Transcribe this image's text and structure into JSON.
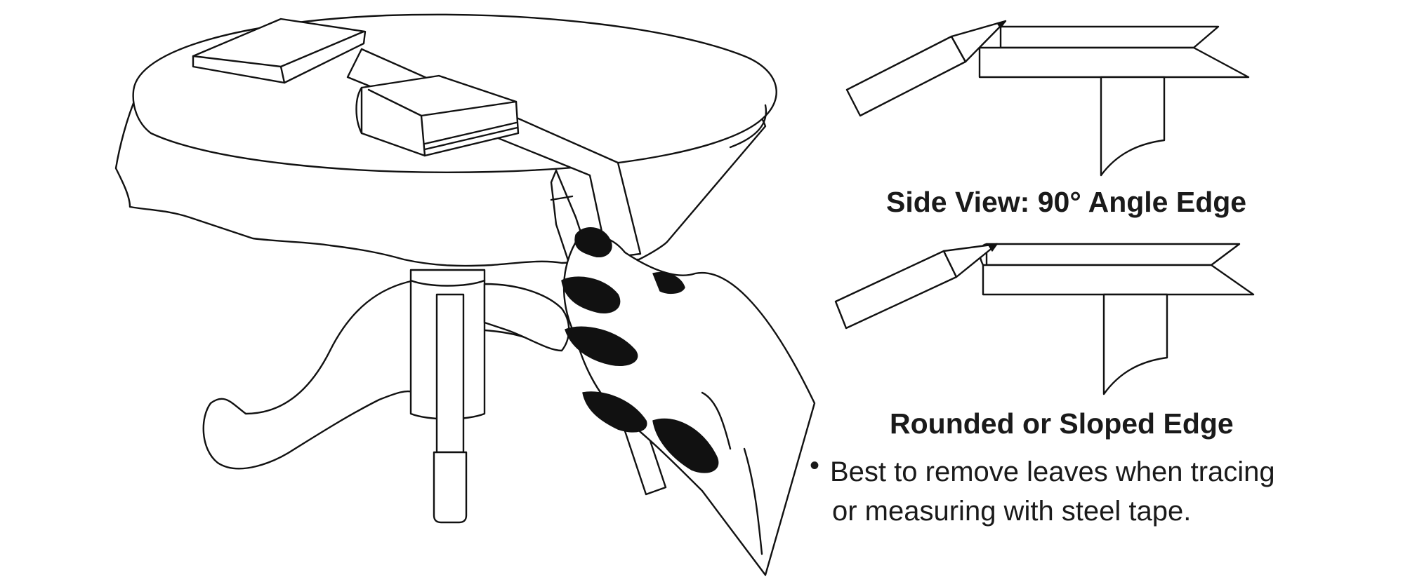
{
  "labels": {
    "side_view_caption": "Side View: 90° Angle Edge",
    "rounded_caption": "Rounded or Sloped Edge",
    "note_bullet": "•",
    "note_line_1": "Best to remove leaves when tracing",
    "note_line_2": "or measuring with steel tape."
  },
  "colors": {
    "line": "#111111",
    "background": "#ffffff",
    "text": "#1a1a1a"
  }
}
